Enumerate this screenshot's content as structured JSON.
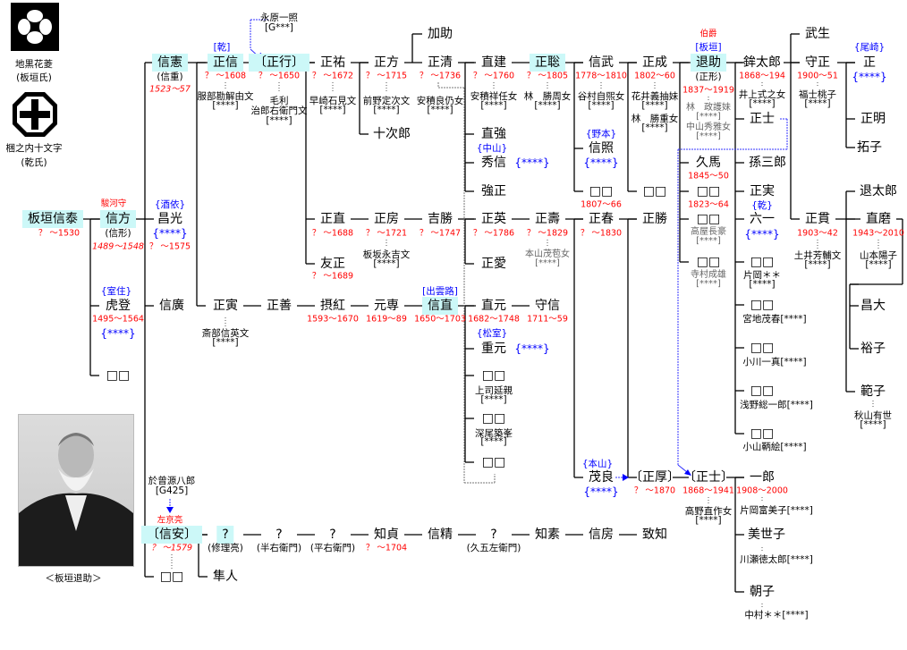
{
  "crests": [
    {
      "name": "地黒花菱",
      "clan": "(板垣氏)"
    },
    {
      "name": "梱之内十文字",
      "clan": "(乾氏)"
    }
  ],
  "photo_caption": "＜板垣退助＞",
  "labels": {
    "nobuyasu": "板垣信泰",
    "nobuyasu_d": "？ ～1530",
    "nobukata_t": "駿河守",
    "nobukata": "信方",
    "nobukata_a": "(信形)",
    "nobukata_d": "1489～1548",
    "torato_c": "{室住}",
    "torato": "虎登",
    "torato_d": "1495～1564",
    "torato_s": "{****}",
    "box_a": "□□",
    "nobunori": "信憲",
    "nobunori_a": "(信重)",
    "nobunori_d": "1523～57",
    "masanobu_c": "[乾]",
    "masanobu": "正信",
    "masanobu_d": "？ ～1608",
    "masanobu_w": "服部勘解由文",
    "masanobu_w2": "[****]",
    "nagahara": "永原一照",
    "nagahara2": "[G***]",
    "masayuki": "〔正行〕",
    "masayuki_d": "？ ～1650",
    "masayuki_w": "毛利",
    "masayuki_w2": "治郎右衛門文",
    "masayuki_w3": "[****]",
    "masasuke": "正祐",
    "masasuke_d": "？ ～1672",
    "masasuke_w": "早崎石見文",
    "masasuke_w2": "[****]",
    "masakata": "正方",
    "masakata_d": "？ ～1715",
    "masakata_w": "前野定次文",
    "masakata_w2": "[****]",
    "kasuke": "加助",
    "jujiro": "十次郎",
    "masakiyo": "正清",
    "masakiyo_d": "？ ～1736",
    "masakiyo_w": "安積良仍女",
    "masakiyo_w2": "[****]",
    "naotake": "直建",
    "naotake_d": "？ ～1760",
    "naotake_w": "安積祥任女",
    "naotake_w2": "[****]",
    "masaaki": "正聡",
    "masaaki_d": "？ ～1805",
    "masaaki_w": "林　勝周女",
    "masaaki_w2": "[****]",
    "nobutake": "信武",
    "nobutake_d": "1778～1810",
    "nobutake_w": "谷村自煕女",
    "nobutake_w2": "[****]",
    "masanari": "正成",
    "masanari_d": "1802～60",
    "masanari_w": "花井義抽妹",
    "masanari_w2": "[****]",
    "masanari_w3": "林　勝重女",
    "masanari_w4": "[****]",
    "taisuke_t": "伯爵",
    "taisuke_c": "[板垣]",
    "taisuke": "退助",
    "taisuke_a": "(正形)",
    "taisuke_d": "1837～1919",
    "taisuke_w": "林　政護妹",
    "taisuke_w2": "[****]",
    "taisuke_w3": "中山秀雅女",
    "taisuke_w4": "[****]",
    "hokotaro": "鉾太郎",
    "hokotaro_d": "1868～194",
    "hokotaro_w": "井上式之女",
    "hokotaro_w2": "[****]",
    "takeo": "武生",
    "morimasa": "守正",
    "morimasa_d": "1900～51",
    "morimasa_w": "福士桃子",
    "morimasa_w2": "[****]",
    "tadashi_c": "{尾崎}",
    "tadashi": "正",
    "tadashi_s": "{****}",
    "masaaki2": "正明",
    "takuko": "拓子",
    "masashi1": "正士",
    "magosaburo": "孫三郎",
    "masazane": "正実",
    "rokuichi_c": "{乾}",
    "rokuichi": "六一",
    "rokuichi_s": "{****}",
    "box_k1": "□□",
    "box_k1_w": "片岡＊＊",
    "box_k1_w2": "[****]",
    "box_k2": "□□",
    "box_k2_w": "宮地茂春[****]",
    "box_k3": "□□",
    "box_k3_w": "小川一真[****]",
    "box_k4": "□□",
    "box_k4_w": "浅野総一郎[****]",
    "box_k5": "□□",
    "box_k5_w": "小山鞆絵[****]",
    "kyuma": "久馬",
    "kyuma_d": "1845～50",
    "box_t1": "□□",
    "box_t1_d": "1823～64",
    "box_t2": "□□",
    "box_t2_w": "高屋長豪",
    "box_t2_w2": "[****]",
    "box_t3": "□□",
    "box_t3_w": "寺村成雄",
    "box_t3_w2": "[****]",
    "taitaro": "退太郎",
    "masanuki": "正貫",
    "masanuki_d": "1903～42",
    "masanuki_w": "土井芳輔文",
    "masanuki_w2": "[****]",
    "naomaro": "直磨",
    "naomaro_d": "1943～2010",
    "naomaro_w": "山本陽子",
    "naomaro_w2": "[****]",
    "masahiro": "昌大",
    "hiroko": "裕子",
    "noriko": "範子",
    "noriko_w": "秋山有世",
    "noriko_w2": "[****]",
    "masamitsu_c": "{酒依}",
    "masamitsu": "昌光",
    "masamitsu_s": "{****}",
    "masamitsu_d": "？ ～1575",
    "nobuhiro": "信廣",
    "masatora": "正寅",
    "masatora_w": "斎部信英文",
    "masatora_w2": "[****]",
    "masayoshi": "正善",
    "sekko": "摂紅",
    "sekko_d": "1593～1670",
    "motosen": "元専",
    "motosen_d": "1619～89",
    "nobunao_c": "[出雲路]",
    "nobunao": "信直",
    "nobunao_d": "1650～1703",
    "naomoto": "直元",
    "naomoto_d": "1682～1748",
    "morinobu": "守信",
    "morinobu_d": "1711～59",
    "masanao": "正直",
    "masanao_d": "？ ～1688",
    "masafusa": "正房",
    "masafusa_d": "？ ～1721",
    "masafusa_w": "板坂永吉文",
    "masafusa_w2": "[****]",
    "yoshikatsu": "吉勝",
    "yoshikatsu_d": "？ ～1747",
    "tomomasa": "友正",
    "tomomasa_d": "？ ～1689",
    "naotsuyo": "直強",
    "hidenobu_c": "{中山}",
    "hidenobu": "秀信",
    "hidenobu_s": "{****}",
    "tsuyomasa": "強正",
    "nobuteru_c": "{野本}",
    "nobuteru": "信照",
    "nobuteru_s": "{****}",
    "box_n1": "□□",
    "box_n1_d": "1807～66",
    "box_n2": "□□",
    "masahide": "正英",
    "masahide_d": "？ ～1786",
    "masachika": "正愛",
    "masatoshi": "正壽",
    "masatoshi_d": "？ ～1829",
    "masatoshi_w": "本山茂苞女",
    "masatoshi_w2": "[****]",
    "masaharu": "正春",
    "masaharu_d": "？ ～1830",
    "masakatsu": "正勝",
    "shigemoto_c": "{松室}",
    "shigemoto": "重元",
    "shigemoto_s": "{****}",
    "box_m1": "□□",
    "box_m1_w": "上司延親",
    "box_m1_w2": "[****]",
    "box_m2": "□□",
    "box_m2_w": "深尾築峯",
    "box_m2_w2": "[****]",
    "box_m3": "□□",
    "shigeyoshi_c": "{本山}",
    "shigeyoshi": "茂良",
    "shigeyoshi_s": "{****}",
    "masaatsu": "〔正厚〕",
    "masaatsu_d": "？ ～1870",
    "masashi2": "〔正士〕",
    "masashi2_d": "1868～1941",
    "masashi2_w": "高野直作女",
    "masashi2_w2": "[****]",
    "ichiro": "一郎",
    "ichiro_d": "1908～2000",
    "ichiro_w": "片岡富美子[****]",
    "miyoko": "美世子",
    "miyoko_w": "川瀬徳太郎[****]",
    "asako": "朝子",
    "asako_w": "中村＊＊[****]",
    "oso": "於曾源八郎",
    "oso2": "[G425]",
    "nobuyasu2_t": "左京亮",
    "nobuyasu2": "〔信安〕",
    "nobuyasu2_d": "？ ～1579",
    "box_y": "□□",
    "q1": "?",
    "q1_a": "(修理亮)",
    "hayato": "隼人",
    "q2": "?",
    "q2_a": "(半右衛門)",
    "q3": "?",
    "q3_a": "(平右衛門)",
    "tomosada": "知貞",
    "tomosada_d": "？ ～1704",
    "nobukiyo": "信精",
    "q4": "?",
    "q4_a": "(久五左衛門)",
    "tomomoto": "知素",
    "nobufusa2": "信房",
    "munetomo": "致知"
  },
  "colors": {
    "highlight": "#ccf8f8",
    "date": "#ff0000",
    "branch": "#0000ff"
  }
}
